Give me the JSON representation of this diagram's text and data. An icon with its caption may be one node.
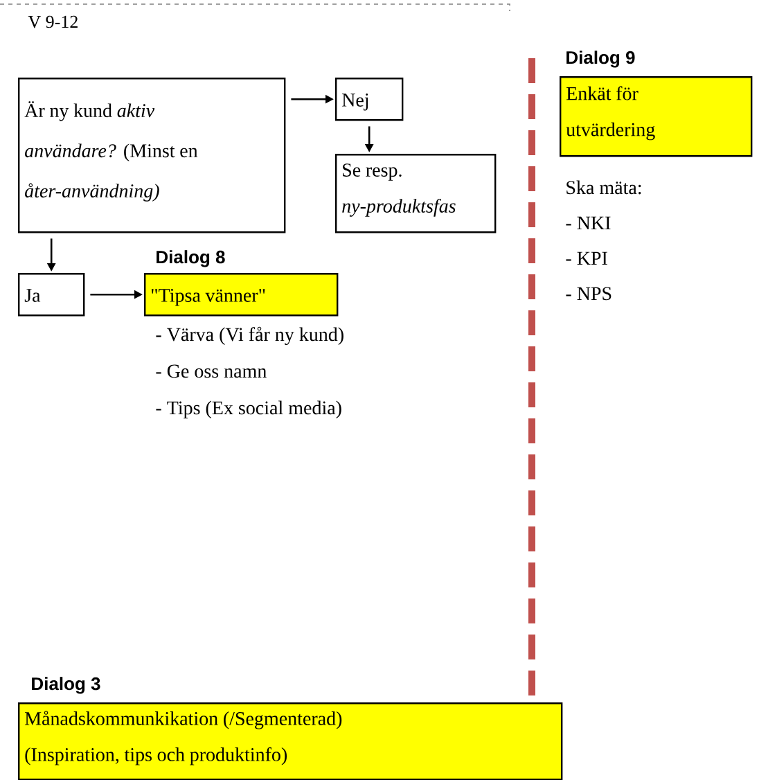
{
  "diagram": {
    "nodes": [
      {
        "text": [
          "Är ny kund *aktiv användare?* (Minst en *åter-användning)*"
        ]
      },
      {
        "text": [
          "Nej"
        ]
      },
      {
        "text": [
          "Se resp. *ny-produktsfas*"
        ]
      },
      {
        "text": [
          "Ja"
        ]
      },
      {
        "text": [
          "Dialog 8",
          "\"Tipsa vänner\""
        ],
        "beside": [
          "- Värva (Vi får ny kund)",
          "- Ge oss namn",
          "- Tips (Ex social media)"
        ]
      },
      {
        "text": [
          "Dialog 9",
          "Enkät för utvärdering"
        ],
        "beside": [
          "Ska mäta:",
          "- NKI",
          "- KPI",
          "- NPS"
        ]
      },
      {
        "text": [
          "Dialog 3",
          "Månadskommunkikation (/Segmenterad) (Inspiration, tips och produktinfo)"
        ]
      }
    ],
    "edges": [
      {
        "from": 0,
        "to": 1,
        "arrow": "to"
      },
      {
        "from": 1,
        "to": 2,
        "arrow": "to"
      },
      {
        "from": 0,
        "to": 3,
        "arrow": "to"
      },
      {
        "from": 3,
        "to": 4,
        "arrow": "to"
      }
    ],
    "labels": [
      "V 9-12"
    ]
  }
}
